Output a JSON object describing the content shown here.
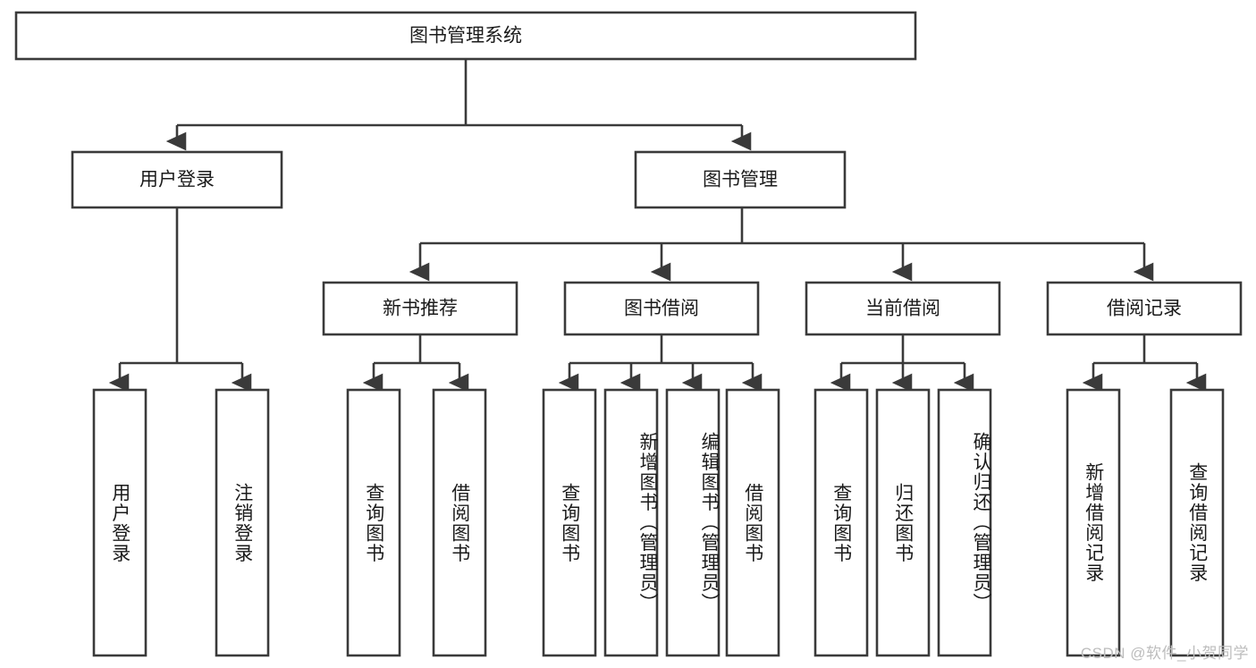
{
  "diagram": {
    "type": "tree",
    "title": "图书管理系统",
    "watermark": "CSDN @软件_小贺同学",
    "colors": {
      "stroke": "#3a3a3a",
      "fill": "#ffffff",
      "text": "#1b1b1b",
      "watermark": "#bdbdbd",
      "background": "#ffffff"
    },
    "levels": {
      "root": {
        "label": "图书管理系统"
      },
      "level2": [
        {
          "label": "用户登录"
        },
        {
          "label": "图书管理"
        }
      ],
      "level3": [
        {
          "label": "新书推荐"
        },
        {
          "label": "图书借阅"
        },
        {
          "label": "当前借阅"
        },
        {
          "label": "借阅记录"
        }
      ],
      "leaves": {
        "user_login": [
          {
            "label": "用户登录"
          },
          {
            "label": "注销登录"
          }
        ],
        "new_book_rec": [
          {
            "label": "查询图书"
          },
          {
            "label": "借阅图书"
          }
        ],
        "book_borrow": [
          {
            "label": "查询图书"
          },
          {
            "label": "新增图书（管理员）"
          },
          {
            "label": "编辑图书（管理员）"
          },
          {
            "label": "借阅图书"
          }
        ],
        "current_borrow": [
          {
            "label": "查询图书"
          },
          {
            "label": "归还图书"
          },
          {
            "label": "确认归还（管理员）"
          }
        ],
        "borrow_record": [
          {
            "label": "新增借阅记录"
          },
          {
            "label": "查询借阅记录"
          }
        ]
      }
    }
  }
}
